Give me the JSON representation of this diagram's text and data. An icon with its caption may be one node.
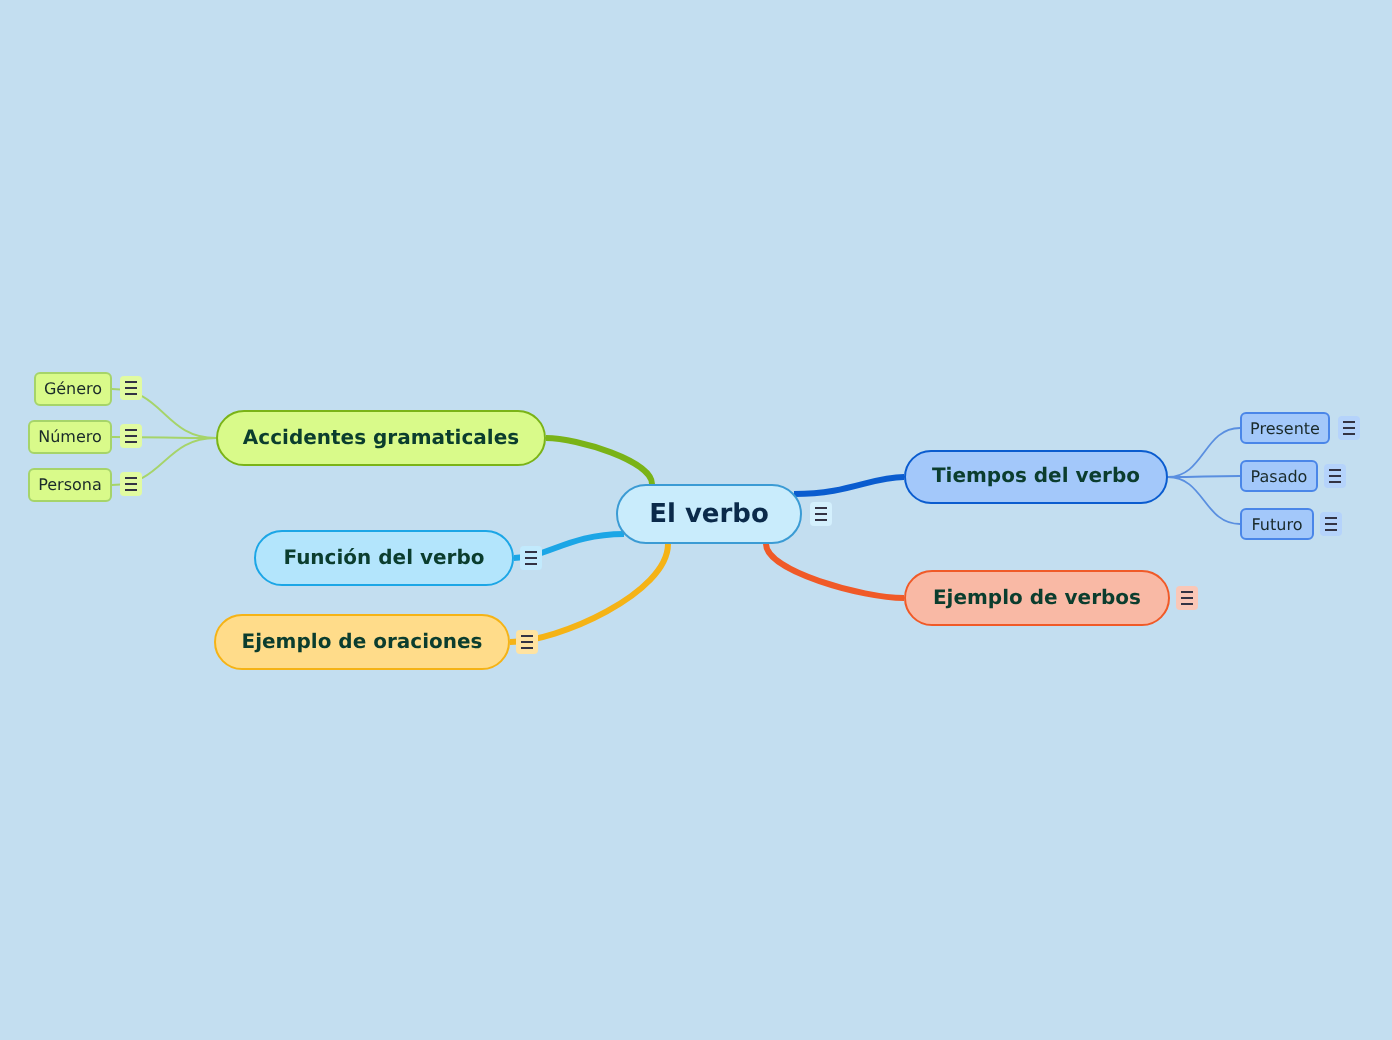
{
  "diagram": {
    "nodes": [
      {
        "text": [
          "El verbo"
        ]
      },
      {
        "text": [
          "Tiempos del verbo"
        ]
      },
      {
        "text": [
          "Presente"
        ]
      },
      {
        "text": [
          "Pasado"
        ]
      },
      {
        "text": [
          "Futuro"
        ]
      },
      {
        "text": [
          "Ejemplo de verbos"
        ]
      },
      {
        "text": [
          "Accidentes gramaticales"
        ]
      },
      {
        "text": [
          "Género"
        ]
      },
      {
        "text": [
          "Número"
        ]
      },
      {
        "text": [
          "Persona"
        ]
      },
      {
        "text": [
          "Función del verbo"
        ]
      },
      {
        "text": [
          "Ejemplo de oraciones"
        ]
      }
    ],
    "edges": [
      {
        "from": 0,
        "to": 1,
        "arrow": "none",
        "style": "thick",
        "color": "#0a5ccf"
      },
      {
        "from": 1,
        "to": 2,
        "arrow": "none",
        "color": "#5a8fe0"
      },
      {
        "from": 1,
        "to": 3,
        "arrow": "none",
        "color": "#5a8fe0"
      },
      {
        "from": 1,
        "to": 4,
        "arrow": "none",
        "color": "#5a8fe0"
      },
      {
        "from": 0,
        "to": 5,
        "arrow": "none",
        "style": "thick",
        "color": "#f05a28"
      },
      {
        "from": 0,
        "to": 6,
        "arrow": "none",
        "style": "thick",
        "color": "#7ab317"
      },
      {
        "from": 6,
        "to": 7,
        "arrow": "none",
        "color": "#a6d46a"
      },
      {
        "from": 6,
        "to": 8,
        "arrow": "none",
        "color": "#a6d46a"
      },
      {
        "from": 6,
        "to": 9,
        "arrow": "none",
        "color": "#a6d46a"
      },
      {
        "from": 0,
        "to": 10,
        "arrow": "none",
        "style": "thick",
        "color": "#1ca6e6"
      },
      {
        "from": 0,
        "to": 11,
        "arrow": "none",
        "style": "thick",
        "color": "#f5b316"
      }
    ]
  }
}
